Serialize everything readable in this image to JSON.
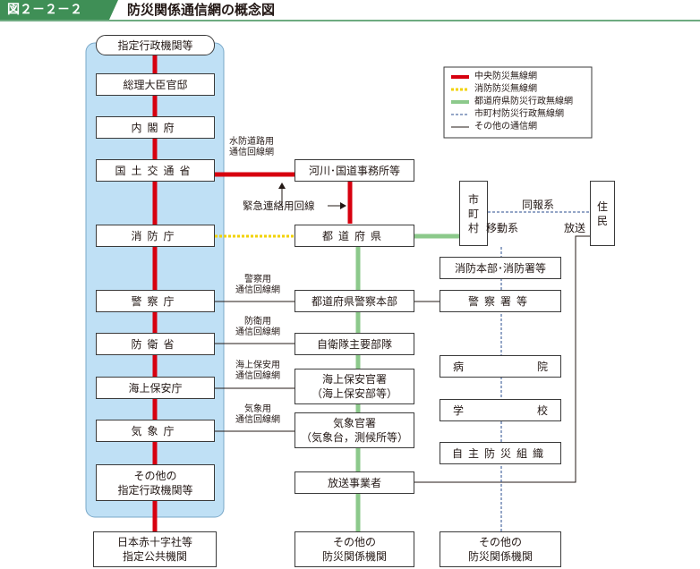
{
  "header": {
    "figure_number": "図２－２－２",
    "title": "防災関係通信網の概念図"
  },
  "legend": {
    "items": [
      {
        "label": "中央防災無線網",
        "style": "red-thick",
        "color": "#d7000f"
      },
      {
        "label": "消防防災無線網",
        "style": "yellow-dotted",
        "color": "#f2d200"
      },
      {
        "label": "都道府県防災行政無線網",
        "style": "green-thick",
        "color": "#8cc98b"
      },
      {
        "label": "市町村防災行政無線網",
        "style": "blue-dashed",
        "color": "#2a4d8f"
      },
      {
        "label": "その他の通信網",
        "style": "black-thin",
        "color": "#231815"
      }
    ]
  },
  "left_column": {
    "group_title": "指定行政機関等",
    "boxes": [
      {
        "label": "総理大臣官邸"
      },
      {
        "label": "内閣府"
      },
      {
        "label": "国土交通省"
      },
      {
        "label": "消防庁"
      },
      {
        "label": "警察庁"
      },
      {
        "label": "防衛省"
      },
      {
        "label": "海上保安庁"
      },
      {
        "label": "気象庁"
      },
      {
        "label": "その他の\n指定行政機関等"
      }
    ],
    "bottom": "日本赤十字社等\n指定公共機関"
  },
  "link_labels": {
    "water_road": "水防道路用\n通信回線網",
    "emergency": "緊急連絡用回線",
    "police": "警察用\n通信回線網",
    "defense": "防衛用\n通信回線網",
    "coast_guard": "海上保安用\n通信回線網",
    "weather": "気象用\n通信回線網"
  },
  "center_column": {
    "river": "河川･国道事務所等",
    "prefecture": "都道府県",
    "prefectural_police": "都道府県警察本部",
    "sdf": "自衛隊主要部隊",
    "coast_office": "海上保安官署\n（海上保安部等）",
    "weather_office": "気象官署\n（気象台，測候所等）",
    "broadcaster": "放送事業者",
    "bottom": "その他の\n防災関係機関"
  },
  "right_column": {
    "municipality": [
      "市",
      "町",
      "村"
    ],
    "residents": [
      "住",
      "民"
    ],
    "labels": {
      "simultaneous": "同報系",
      "mobile": "移動系",
      "broadcast": "放送"
    },
    "boxes": {
      "fire_hq": "消防本部･消防署等",
      "police_station": "警察署等",
      "hospital": "病院",
      "school": "学校",
      "volunteer": "自主防災組織"
    },
    "bottom": "その他の\n防災関係機関"
  }
}
